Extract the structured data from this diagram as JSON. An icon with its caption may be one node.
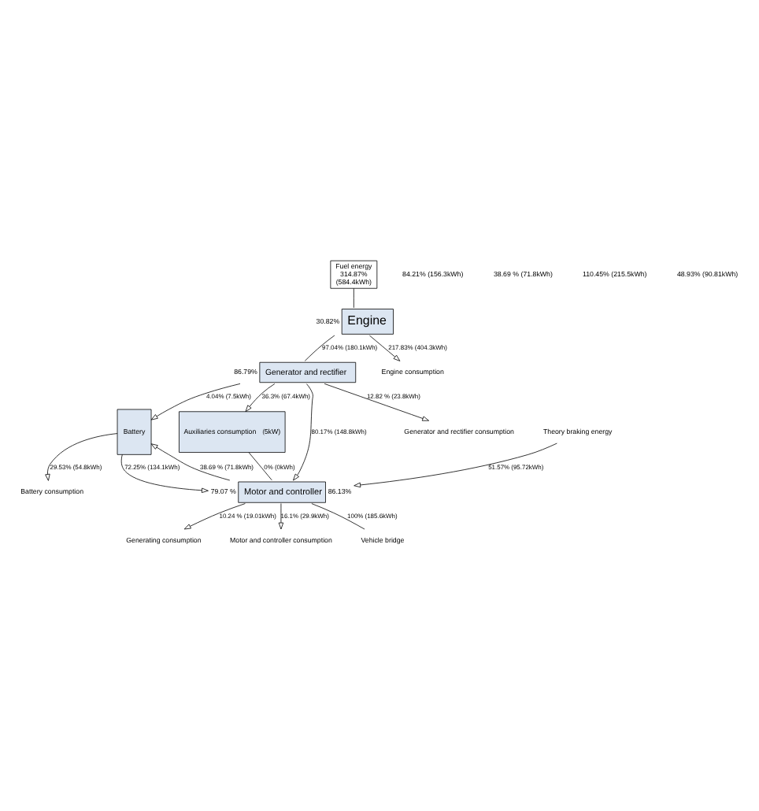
{
  "diagram": {
    "nodes": [
      {
        "text": [
          "Fuel energy",
          "314.87%",
          "(584.4kWh)"
        ]
      },
      {
        "text": [
          "Engine"
        ],
        "beside": [
          "30.82%"
        ]
      },
      {
        "text": [
          "Generator and rectifier"
        ],
        "beside": [
          "86.79%"
        ]
      },
      {
        "text": [
          "Battery"
        ]
      },
      {
        "text": [
          "Auxiliaries consumption （5kW)"
        ]
      },
      {
        "text": [
          "Motor and controller"
        ],
        "beside": [
          "79.07 %",
          "86.13%"
        ]
      },
      {
        "text": [
          "Engine consumption"
        ]
      },
      {
        "text": [
          "Generator and rectifier consumption"
        ]
      },
      {
        "text": [
          "Battery consumption"
        ]
      },
      {
        "text": [
          "Generating consumption"
        ]
      },
      {
        "text": [
          "Motor and controller consumption"
        ]
      },
      {
        "text": [
          "Theory braking energy"
        ]
      },
      {
        "text": [
          "Vehicle bridge"
        ]
      }
    ],
    "edges": [
      {
        "from": 0,
        "to": 1,
        "arrow": "none"
      },
      {
        "from": 1,
        "to": 2,
        "arrow": "none",
        "label": "97.04% (180.1kWh)"
      },
      {
        "from": 1,
        "to": 6,
        "arrow": "to",
        "label": "217.83% (404.3kWh)"
      },
      {
        "from": 2,
        "to": 7,
        "arrow": "to",
        "label": "12.82 % (23.8kWh)"
      },
      {
        "from": 2,
        "to": 3,
        "arrow": "to",
        "label": "4.04% (7.5kWh)"
      },
      {
        "from": 2,
        "to": 5,
        "arrow": "to",
        "label": "80.17% (148.8kWh)"
      },
      {
        "from": 2,
        "to": 4,
        "arrow": "to",
        "label": "36.3% (67.4kWh)"
      },
      {
        "from": 3,
        "to": 8,
        "arrow": "to",
        "label": "29.53% (54.8kWh)"
      },
      {
        "from": 3,
        "to": 5,
        "arrow": "to",
        "label": "72.25% (134.1kWh)"
      },
      {
        "from": 5,
        "to": 3,
        "arrow": "to",
        "label": "38.69 % (71.8kWh)"
      },
      {
        "from": 4,
        "to": 5,
        "arrow": "none",
        "label": "0% (0kWh)"
      },
      {
        "from": 5,
        "to": 9,
        "arrow": "to",
        "label": "10.24 % (19.01kWh)"
      },
      {
        "from": 5,
        "to": 12,
        "arrow": "none",
        "label": "100% (185.6kWh)"
      },
      {
        "from": 5,
        "to": 10,
        "arrow": "to",
        "label": "16.1% (29.9kWh)"
      },
      {
        "from": 11,
        "to": 5,
        "arrow": "to",
        "label": "51.57% (95.72kWh)"
      }
    ],
    "labels": [
      "84.21% (156.3kWh)",
      "38.69 % (71.8kWh)",
      "110.45% (215.5kWh)",
      "48.93% (90.81kWh)"
    ]
  }
}
